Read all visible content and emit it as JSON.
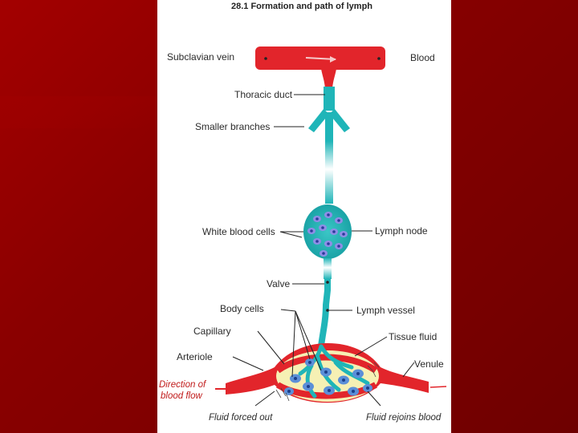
{
  "title": "28.1 Formation and path of lymph",
  "labels": {
    "subclavian_vein": "Subclavian vein",
    "blood": "Blood",
    "thoracic_duct": "Thoracic duct",
    "smaller_branches": "Smaller branches",
    "white_blood_cells": "White blood cells",
    "lymph_node": "Lymph node",
    "valve": "Valve",
    "body_cells": "Body cells",
    "lymph_vessel": "Lymph vessel",
    "capillary": "Capillary",
    "tissue_fluid": "Tissue fluid",
    "arteriole": "Arteriole",
    "venule": "Venule",
    "direction_line1": "Direction of",
    "direction_line2": "blood flow",
    "fluid_forced_out": "Fluid forced out",
    "fluid_rejoins_blood": "Fluid rejoins blood"
  },
  "colors": {
    "blood_red": "#e2252b",
    "lymph_teal": "#1fb5b8",
    "tissue_yellow": "#f6f0b4",
    "cell_blue": "#3b6fd0",
    "background": "#8a0000"
  }
}
